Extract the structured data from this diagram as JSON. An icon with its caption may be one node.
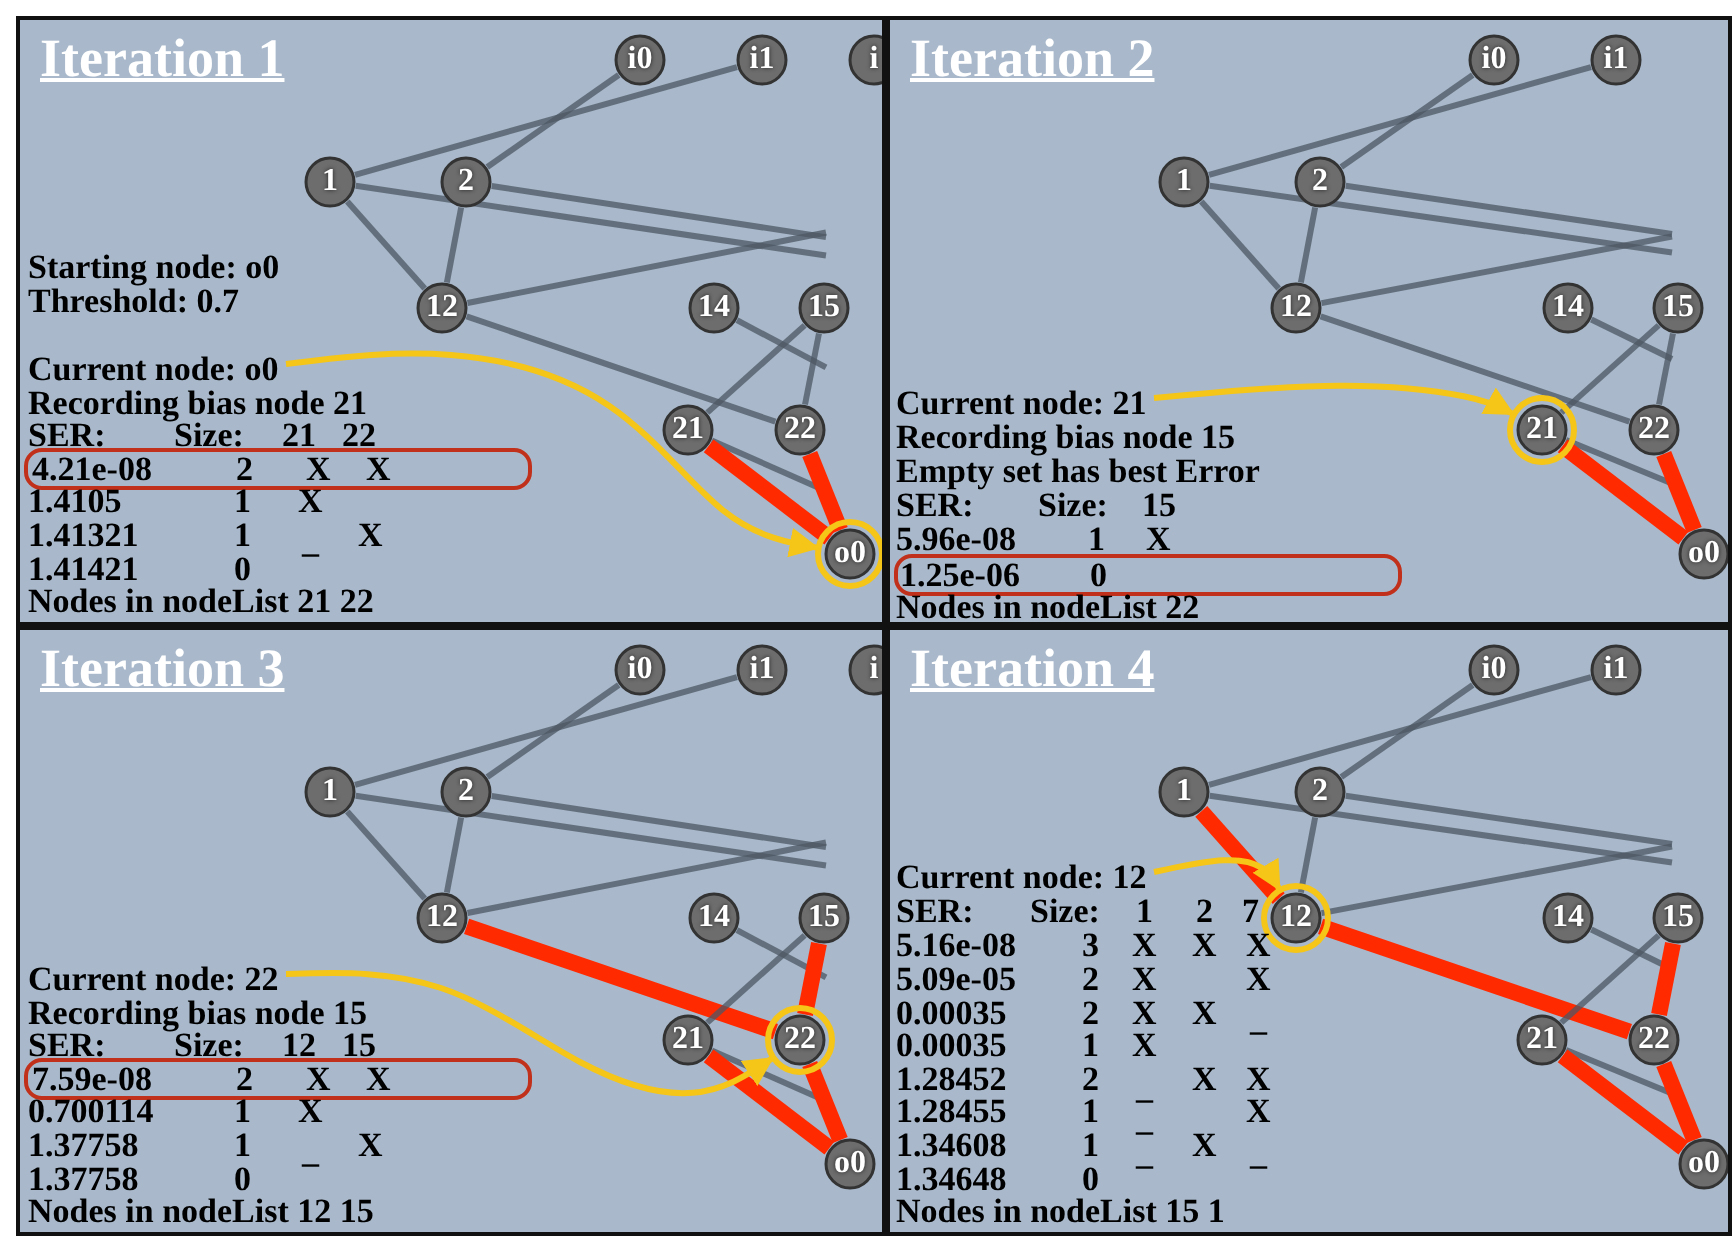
{
  "diagram": {
    "nodes": [
      {
        "text": [
          "Iteration 1"
        ]
      },
      {
        "text": [
          "i0"
        ],
        "in": 0
      },
      {
        "text": [
          "i1"
        ],
        "in": 0
      },
      {
        "text": [
          "i"
        ],
        "in": 0
      },
      {
        "text": [
          "1"
        ],
        "in": 0
      },
      {
        "text": [
          "2"
        ],
        "in": 0
      },
      {
        "text": [
          "12"
        ],
        "in": 0
      },
      {
        "text": [
          "14"
        ],
        "in": 0
      },
      {
        "text": [
          "15"
        ],
        "in": 0
      },
      {
        "text": [
          "21"
        ],
        "in": 0
      },
      {
        "text": [
          "22"
        ],
        "in": 0
      },
      {
        "text": [
          "o0"
        ],
        "in": 0
      },
      {
        "text": [
          "Current node: o0"
        ],
        "in": 0
      },
      {
        "text": [
          "4.21e-08",
          "2",
          "X",
          "X"
        ],
        "in": 0
      },
      {
        "text": [
          "Iteration 2"
        ]
      },
      {
        "text": [
          "i0"
        ],
        "in": 14
      },
      {
        "text": [
          "i1"
        ],
        "in": 14
      },
      {
        "text": [
          "1"
        ],
        "in": 14
      },
      {
        "text": [
          "2"
        ],
        "in": 14
      },
      {
        "text": [
          "12"
        ],
        "in": 14
      },
      {
        "text": [
          "14"
        ],
        "in": 14
      },
      {
        "text": [
          "15"
        ],
        "in": 14
      },
      {
        "text": [
          "21"
        ],
        "in": 14
      },
      {
        "text": [
          "22"
        ],
        "in": 14
      },
      {
        "text": [
          "o0"
        ],
        "in": 14
      },
      {
        "text": [
          "Current node: 21"
        ],
        "in": 14
      },
      {
        "text": [
          "1.25e-06",
          "0"
        ],
        "in": 14
      },
      {
        "text": [
          "Iteration 3"
        ]
      },
      {
        "text": [
          "i0"
        ],
        "in": 27
      },
      {
        "text": [
          "i1"
        ],
        "in": 27
      },
      {
        "text": [
          "i"
        ],
        "in": 27
      },
      {
        "text": [
          "1"
        ],
        "in": 27
      },
      {
        "text": [
          "2"
        ],
        "in": 27
      },
      {
        "text": [
          "12"
        ],
        "in": 27
      },
      {
        "text": [
          "14"
        ],
        "in": 27
      },
      {
        "text": [
          "15"
        ],
        "in": 27
      },
      {
        "text": [
          "21"
        ],
        "in": 27
      },
      {
        "text": [
          "22"
        ],
        "in": 27
      },
      {
        "text": [
          "o0"
        ],
        "in": 27
      },
      {
        "text": [
          "Current node: 22"
        ],
        "in": 27
      },
      {
        "text": [
          "7.59e-08",
          "2",
          "X",
          "X"
        ],
        "in": 27
      },
      {
        "text": [
          "Iteration 4"
        ]
      },
      {
        "text": [
          "i0"
        ],
        "in": 41
      },
      {
        "text": [
          "i1"
        ],
        "in": 41
      },
      {
        "text": [
          "1"
        ],
        "in": 41
      },
      {
        "text": [
          "2"
        ],
        "in": 41
      },
      {
        "text": [
          "12"
        ],
        "in": 41
      },
      {
        "text": [
          "14"
        ],
        "in": 41
      },
      {
        "text": [
          "15"
        ],
        "in": 41
      },
      {
        "text": [
          "21"
        ],
        "in": 41
      },
      {
        "text": [
          "22"
        ],
        "in": 41
      },
      {
        "text": [
          "o0"
        ],
        "in": 41
      },
      {
        "text": [
          "Current node: 12"
        ],
        "in": 41
      }
    ],
    "edges": [
      {
        "from": 4,
        "to": 2,
        "arrow": "none"
      },
      {
        "from": 5,
        "to": 1,
        "arrow": "none"
      },
      {
        "from": 4,
        "to": 6,
        "arrow": "none"
      },
      {
        "from": 5,
        "to": 6,
        "arrow": "none"
      },
      {
        "from": 4,
        "to": null,
        "arrow": "none"
      },
      {
        "from": 5,
        "to": null,
        "arrow": "none"
      },
      {
        "from": 6,
        "to": null,
        "arrow": "none"
      },
      {
        "from": 6,
        "to": 10,
        "arrow": "none"
      },
      {
        "from": 7,
        "to": null,
        "arrow": "none"
      },
      {
        "from": 8,
        "to": 9,
        "arrow": "none"
      },
      {
        "from": 8,
        "to": 10,
        "arrow": "none"
      },
      {
        "from": 9,
        "to": null,
        "arrow": "none"
      },
      {
        "from": 9,
        "to": 11,
        "arrow": "none",
        "style": "thick",
        "color": "#ff2a00"
      },
      {
        "from": 10,
        "to": 11,
        "arrow": "none",
        "style": "thick",
        "color": "#ff2a00"
      },
      {
        "from": 12,
        "to": 11,
        "arrow": "to",
        "color": "#f5c518"
      },
      {
        "from": 17,
        "to": 16,
        "arrow": "none"
      },
      {
        "from": 18,
        "to": 15,
        "arrow": "none"
      },
      {
        "from": 17,
        "to": 19,
        "arrow": "none"
      },
      {
        "from": 18,
        "to": 19,
        "arrow": "none"
      },
      {
        "from": 17,
        "to": null,
        "arrow": "none"
      },
      {
        "from": 18,
        "to": null,
        "arrow": "none"
      },
      {
        "from": 19,
        "to": null,
        "arrow": "none"
      },
      {
        "from": 19,
        "to": 23,
        "arrow": "none"
      },
      {
        "from": 20,
        "to": null,
        "arrow": "none"
      },
      {
        "from": 21,
        "to": 22,
        "arrow": "none"
      },
      {
        "from": 21,
        "to": 23,
        "arrow": "none"
      },
      {
        "from": 22,
        "to": null,
        "arrow": "none"
      },
      {
        "from": 22,
        "to": 24,
        "arrow": "none",
        "style": "thick",
        "color": "#ff2a00"
      },
      {
        "from": 23,
        "to": 24,
        "arrow": "none",
        "style": "thick",
        "color": "#ff2a00"
      },
      {
        "from": 25,
        "to": 22,
        "arrow": "to",
        "color": "#f5c518"
      },
      {
        "from": 31,
        "to": 29,
        "arrow": "none"
      },
      {
        "from": 32,
        "to": 28,
        "arrow": "none"
      },
      {
        "from": 31,
        "to": 33,
        "arrow": "none"
      },
      {
        "from": 32,
        "to": 33,
        "arrow": "none"
      },
      {
        "from": 31,
        "to": null,
        "arrow": "none"
      },
      {
        "from": 32,
        "to": null,
        "arrow": "none"
      },
      {
        "from": 33,
        "to": null,
        "arrow": "none"
      },
      {
        "from": 33,
        "to": 37,
        "arrow": "none",
        "style": "thick",
        "color": "#ff2a00"
      },
      {
        "from": 34,
        "to": null,
        "arrow": "none"
      },
      {
        "from": 35,
        "to": 36,
        "arrow": "none"
      },
      {
        "from": 35,
        "to": 37,
        "arrow": "none",
        "style": "thick",
        "color": "#ff2a00"
      },
      {
        "from": 36,
        "to": null,
        "arrow": "none"
      },
      {
        "from": 36,
        "to": 38,
        "arrow": "none",
        "style": "thick",
        "color": "#ff2a00"
      },
      {
        "from": 37,
        "to": 38,
        "arrow": "none",
        "style": "thick",
        "color": "#ff2a00"
      },
      {
        "from": 39,
        "to": 37,
        "arrow": "to",
        "color": "#f5c518"
      },
      {
        "from": 44,
        "to": 43,
        "arrow": "none"
      },
      {
        "from": 45,
        "to": 42,
        "arrow": "none"
      },
      {
        "from": 44,
        "to": 46,
        "arrow": "none",
        "style": "thick",
        "color": "#ff2a00"
      },
      {
        "from": 45,
        "to": 46,
        "arrow": "none"
      },
      {
        "from": 44,
        "to": null,
        "arrow": "none"
      },
      {
        "from": 45,
        "to": null,
        "arrow": "none"
      },
      {
        "from": 46,
        "to": null,
        "arrow": "none"
      },
      {
        "from": 46,
        "to": 50,
        "arrow": "none",
        "style": "thick",
        "color": "#ff2a00"
      },
      {
        "from": 47,
        "to": null,
        "arrow": "none"
      },
      {
        "from": 48,
        "to": 49,
        "arrow": "none"
      },
      {
        "from": 48,
        "to": 50,
        "arrow": "none",
        "style": "thick",
        "color": "#ff2a00"
      },
      {
        "from": 49,
        "to": null,
        "arrow": "none"
      },
      {
        "from": 49,
        "to": 51,
        "arrow": "none",
        "style": "thick",
        "color": "#ff2a00"
      },
      {
        "from": 50,
        "to": 51,
        "arrow": "none",
        "style": "thick",
        "color": "#ff2a00"
      },
      {
        "from": 52,
        "to": 46,
        "arrow": "to",
        "color": "#f5c518"
      }
    ],
    "labels": [
      "Starting node: o0",
      "Threshold: 0.7",
      "Recording bias node 21",
      "SER:",
      "Size:",
      "21",
      "22",
      "1.4105",
      "1",
      "X",
      "1.41321",
      "1",
      "_",
      "X",
      "1.41421",
      "0",
      "Nodes in nodeList 21 22",
      "Recording bias node 15",
      "Empty set has best Error",
      "SER:",
      "Size:",
      "15",
      "5.96e-08",
      "1",
      "X",
      "Nodes in nodeList 22",
      "Recording bias node 15",
      "SER:",
      "Size:",
      "12",
      "15",
      "0.700114",
      "1",
      "X",
      "1.37758",
      "1",
      "_",
      "X",
      "1.37758",
      "0",
      "Nodes in nodeList 12 15",
      "SER:",
      "Size:",
      "1",
      "2",
      "7",
      "5.16e-08",
      "3",
      "X",
      "X",
      "X",
      "5.09e-05",
      "2",
      "X",
      "X",
      "0.00035",
      "2",
      "X",
      "X",
      "_",
      "0.00035",
      "1",
      "X",
      "1.28452",
      "2",
      "_",
      "X",
      "X",
      "1.28455",
      "1",
      "_",
      "X",
      "1.34608",
      "1",
      "_",
      "X",
      "_",
      "1.34648",
      "0",
      "Nodes in nodeList 15 1"
    ]
  }
}
